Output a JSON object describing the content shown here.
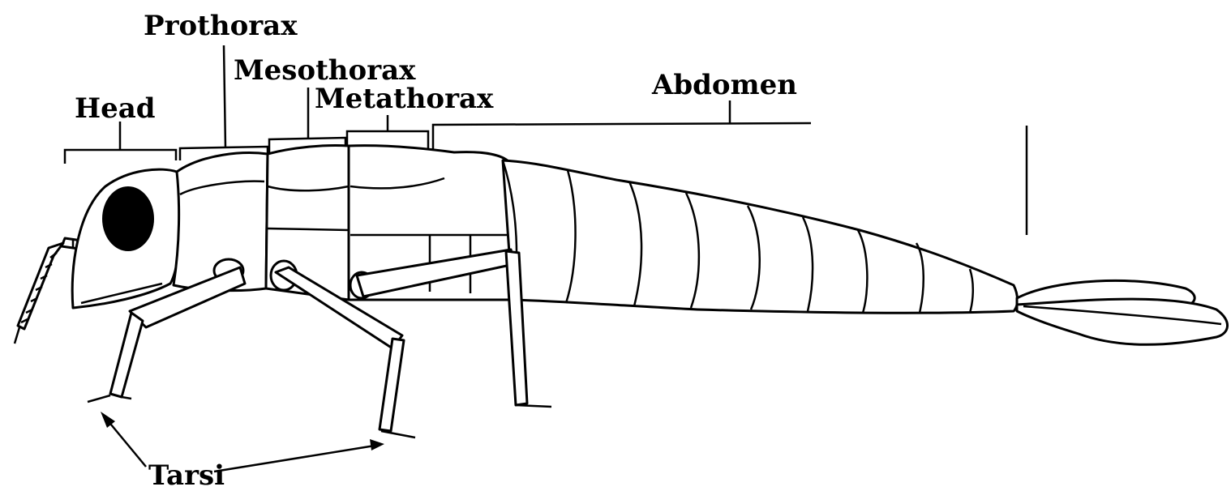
{
  "labels": {
    "prothorax": "Prothorax",
    "mesothorax": "Mesothorax",
    "metathorax": "Metathorax",
    "head": "Head",
    "abdomen": "Abdomen",
    "tarsi": "Tarsi"
  }
}
